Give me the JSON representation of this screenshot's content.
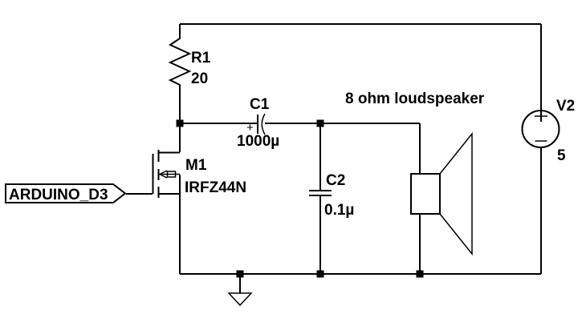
{
  "schematic": {
    "background": "#ffffff",
    "wire_color": "#000000",
    "components": {
      "flag": {
        "net": "ARDUINO_D3"
      },
      "R1": {
        "name": "R1",
        "value": "20"
      },
      "M1": {
        "name": "M1",
        "model": "IRFZ44N"
      },
      "C1": {
        "name": "C1",
        "value": "1000µ",
        "polarity_mark": "+"
      },
      "C2": {
        "name": "C2",
        "value": "0.1µ"
      },
      "V2": {
        "name": "V2",
        "value": "5",
        "polarity_plus": "+",
        "polarity_minus": "−"
      },
      "speaker": {
        "annotation": "8 ohm loudspeaker"
      }
    }
  }
}
